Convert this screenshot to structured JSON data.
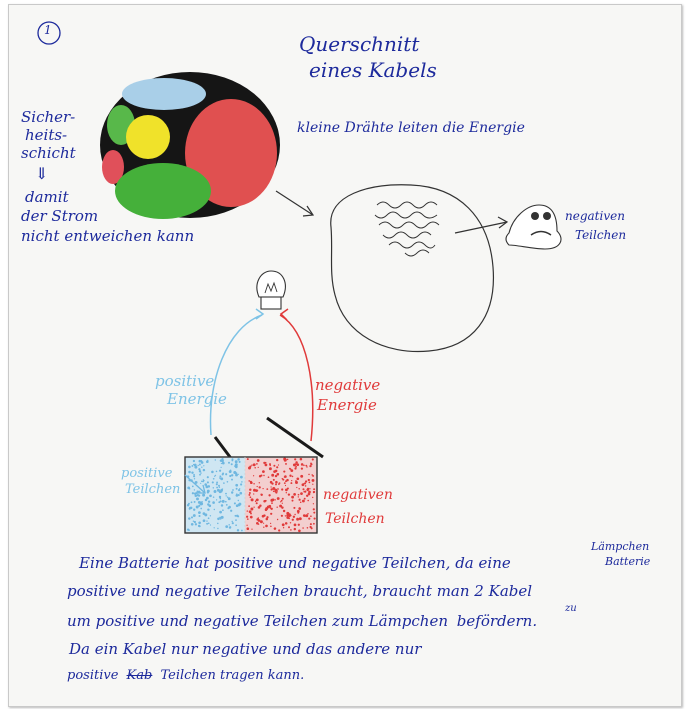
{
  "page_number": "1",
  "title": {
    "line1": "Querschnitt",
    "line2": "eines Kabels"
  },
  "left_notes": {
    "layer_label_1": "Sicher-",
    "layer_label_2": "heits-",
    "layer_label_3": "schicht",
    "arrow": "⇓",
    "purpose_1": "damit",
    "purpose_2": "der Strom",
    "purpose_3": "nicht entweichen kann"
  },
  "wires_note": "kleine Drähte leiten die Energie",
  "particle_label": {
    "line1": "negativen",
    "line2": "Teilchen"
  },
  "circuit": {
    "positive_energy_1": "positive",
    "positive_energy_2": "Energie",
    "negative_energy_1": "negative",
    "negative_energy_2": "Energie",
    "positive_particles_1": "positive",
    "positive_particles_2": "Teilchen",
    "negative_particles_1": "negativen",
    "negative_particles_2": "Teilchen"
  },
  "paragraph": {
    "line1": "Eine Batterie hat positive und negative Teilchen, da eine",
    "insert_word": "Lämpchen",
    "line1_end": "Batterie",
    "line2": "positive und negative Teilchen braucht, braucht man 2 Kabel",
    "line3": "um positive und negative Teilchen zum Lämpchen",
    "insert_zu": "zu",
    "line3_end": "befördern.",
    "line4": "Da ein Kabel nur negative und das andere nur",
    "line5_start": "positive",
    "struck": "Kab",
    "line5_end": "Teilchen tragen kann."
  },
  "colors": {
    "ink": "#1d2a9c",
    "red": "#e03a3a",
    "light_blue": "#7ec3e6",
    "green": "#52b34a",
    "yellow": "#f0e22a"
  }
}
